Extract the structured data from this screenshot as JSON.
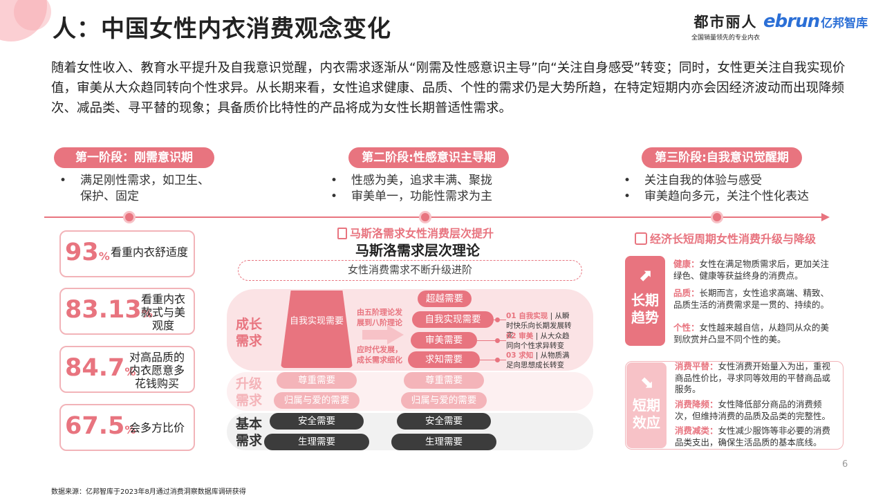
{
  "header": {
    "title": "人：中国女性内衣消费观念变化",
    "logo_main": "都市丽人",
    "logo_sub": "全国销量领先的专业内衣",
    "logo_ebrun": "ebrun",
    "logo_zhiku": "亿邦智库"
  },
  "intro": "随着女性收入、教育水平提升及自我意识觉醒，内衣需求逐渐从“刚需及性感意识主导”向“关注自身感受”转变；同时，女性更关注自我实现价值，审美从大众趋同转向个性求异。从长期来看，女性追求健康、品质、个性的需求仍是大势所趋，在特定短期内亦会因经济波动而出现降频次、减品类、寻平替的现象；具备质价比特性的产品将成为女性长期普适性需求。",
  "stages": [
    {
      "title": "第一阶段：刚需意识期",
      "items": [
        "满足刚性需求，如卫生、保护、固定"
      ]
    },
    {
      "title": "第二阶段:性感意识主导期",
      "items": [
        "性感为美，追求丰满、聚拢",
        "审美单一，功能性需求为主"
      ]
    },
    {
      "title": "第三阶段:自我意识觉醒期",
      "items": [
        "关注自我的体验与感受",
        "审美趋向多元，关注个性化表达"
      ]
    }
  ],
  "stats": [
    {
      "value": "93",
      "unit": "%",
      "label": "看重内衣舒适度"
    },
    {
      "value": "83.13",
      "unit": "%",
      "label": "看重内衣款式与美观度"
    },
    {
      "value": "84.7",
      "unit": "%",
      "label": "对高品质的内衣愿意多花钱购买"
    },
    {
      "value": "67.5",
      "unit": "%",
      "label": "会多方比价"
    }
  ],
  "maslow": {
    "heading": "马斯洛需求女性消费层次提升",
    "title": "马斯洛需求层次理论",
    "banner": "女性消费需求不断升级进阶",
    "band_growth": "成长需求",
    "band_upgrade": "升级需求",
    "band_basic": "基本需求",
    "self_actualization": "自我实现需要",
    "note_top": "由五阶理论发展到八阶理论",
    "note_bottom": "应时代发展，成长需求细化",
    "growth_pills": [
      "超越需要",
      "自我实现需要",
      "审美需要",
      "求知需要"
    ],
    "esteem": "尊重需要",
    "belonging": "归属与爱的需要",
    "safety": "安全需要",
    "physio": "生理需要",
    "tips": [
      {
        "key": "01 自我实现",
        "text": "| 从瞬时快乐向长期发展转变"
      },
      {
        "key": "02 审美",
        "text": "| 从大众趋同向个性求异转变"
      },
      {
        "key": "03 求知",
        "text": "| 从物质满足向思想成长转变"
      }
    ]
  },
  "cycle": {
    "heading": "经济长短周期女性消费升级与降级",
    "long_label": "长期趋势",
    "short_label": "短期效应",
    "long_items": [
      {
        "key": "健康：",
        "text": "女性在满足物质需求后，更加关注绿色、健康等获益终身的消费点。"
      },
      {
        "key": "品质：",
        "text": "长期而言，女性追求高端、精致、品质生活的消费需求是一贯的、持续的。"
      },
      {
        "key": "个性：",
        "text": "女性越来越自信，从趋同从众的美到欣赏并凸显不同个性的美。"
      }
    ],
    "short_items": [
      {
        "key": "消费平替：",
        "text": "女性消费开始量入为出，重视商品性价比，寻求同等效用的平替商品或服务。"
      },
      {
        "key": "消费降频：",
        "text": "女性降低部分商品的消费频次，但维持消费的品质及品类的完整性。"
      },
      {
        "key": "消费减类：",
        "text": "女性减少服饰等非必要的消费品类支出，确保生活品质的基本底线。"
      }
    ]
  },
  "page_number": "6",
  "source": "数据来源：亿邦智库于2023年8月通过消费洞察数据库调研获得",
  "colors": {
    "accent": "#e8747f",
    "light": "#f7c2c7",
    "dark": "#3c3c3c",
    "brand_blue": "#2b6fd6"
  }
}
